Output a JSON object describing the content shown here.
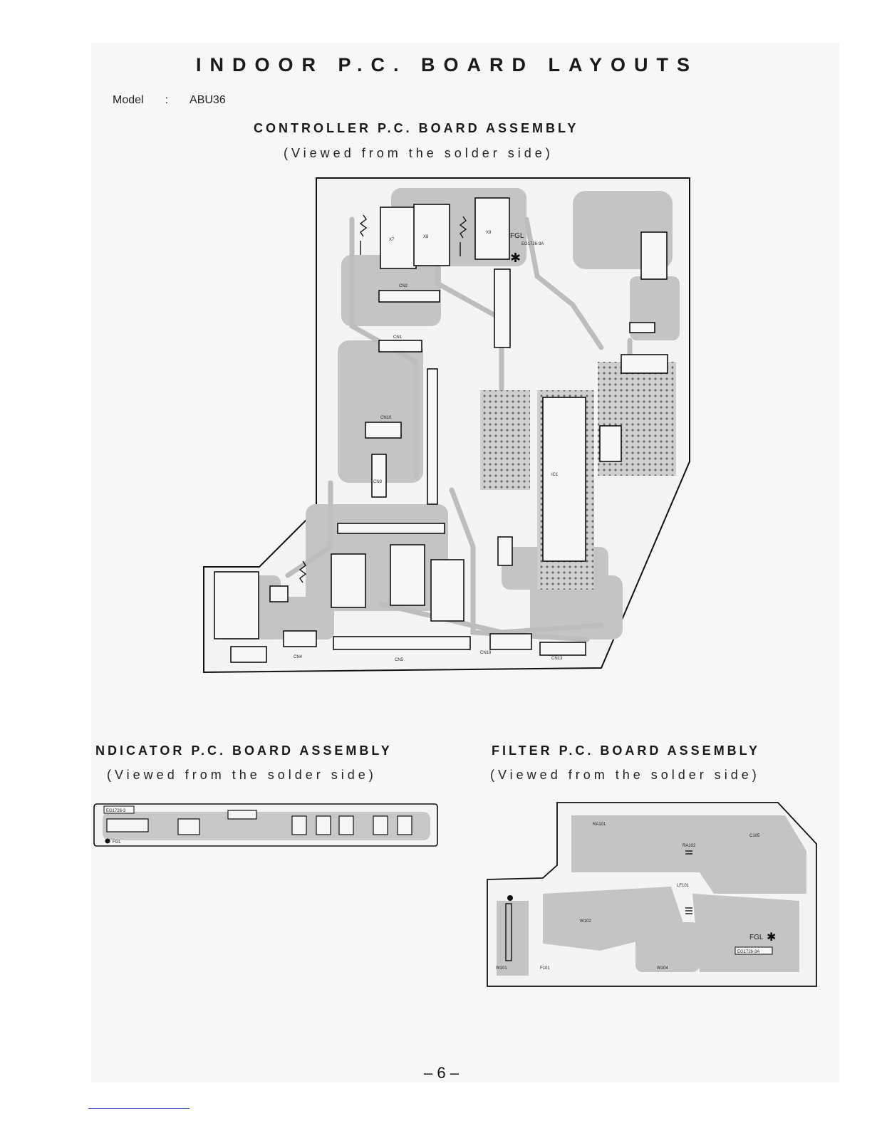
{
  "page": {
    "title": "INDOOR P.C. BOARD LAYOUTS",
    "model_label": "Model",
    "model_separator": ":",
    "model_value": "ABU36",
    "page_number": "– 6 –"
  },
  "controller": {
    "title": "CONTROLLER P.C. BOARD ASSEMBLY",
    "subtitle": "(Viewed from the solder side)",
    "labels": {
      "cn2": "CN2",
      "cn1": "CN1",
      "cn10": "CN10",
      "cn4": "CN4",
      "cn5": "CN5",
      "cn18": "CN18",
      "cn13": "CN13",
      "x7": "X7",
      "x8": "X8",
      "x9": "X9",
      "fgl": "FGL",
      "ic": "IC1",
      "cn3": "CN3",
      "rev": "EG1726-3A"
    }
  },
  "indicator": {
    "title": "NDICATOR P.C. BOARD ASSEMBLY",
    "subtitle": "(Viewed from the solder side)",
    "labels": {
      "fgl": "FGL",
      "rev": "EG1726-3"
    }
  },
  "filter": {
    "title": "FILTER P.C. BOARD ASSEMBLY",
    "subtitle": "(Viewed from the solder side)",
    "labels": {
      "fgl": "FGL",
      "rev": "EG1726-3A",
      "lf101": "LF101",
      "ra101": "RA101",
      "ra102": "RA102",
      "c105": "C105",
      "w101": "W101",
      "w102": "W102",
      "w104": "W104",
      "f101": "F101"
    }
  }
}
